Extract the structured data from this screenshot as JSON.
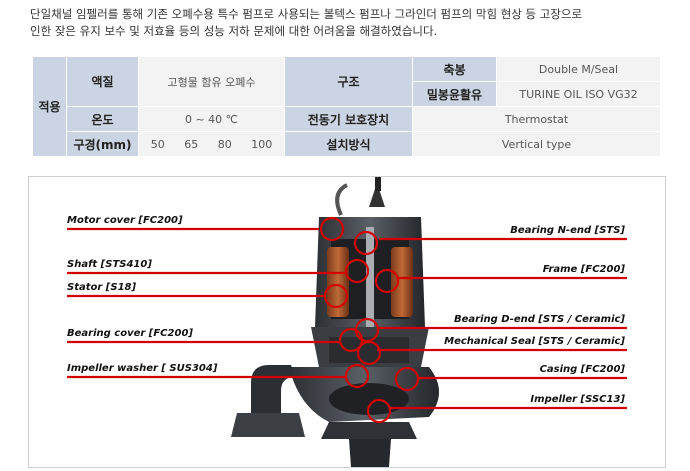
{
  "intro": {
    "line1": "단일채널 임펠러를 통해 기존 오폐수용 특수 펌프로 사용되는 볼텍스 펌프나 그라인더 펌프의 막힘 현상 등 고장으로",
    "line2": "인한 잦은 유지 보수 및 저효율 등의 성능 저하 문제에 대한 어려움을 해결하였습니다."
  },
  "spec": {
    "applied": "적용",
    "liquid_label": "액질",
    "liquid_value": "고형물 함유 오폐수",
    "structure_label": "구조",
    "shaft_seal_label": "축봉",
    "shaft_seal_value": "Double M/Seal",
    "lubricant_label": "밀봉윤활유",
    "lubricant_value": "TURINE OIL ISO VG32",
    "temp_label": "온도",
    "temp_value": "0 ~ 40 ℃",
    "protection_label": "전동기 보호장치",
    "protection_value": "Thermostat",
    "diameter_label": "구경(mm)",
    "diameters": [
      "50",
      "65",
      "80",
      "100"
    ],
    "install_label": "설치방식",
    "install_value": "Vertical type"
  },
  "diagram": {
    "left_labels": [
      "Motor cover [FC200]",
      "Shaft [STS410]",
      "Stator [S18]",
      "Bearing cover [FC200]",
      "Impeller washer [ SUS304]"
    ],
    "right_labels": [
      "Bearing N-end [STS]",
      "Frame [FC200]",
      "Bearing D-end [STS / Ceramic]",
      "Mechanical Seal [STS / Ceramic]",
      "Casing [FC200]",
      "Impeller [SSC13]"
    ],
    "callout_color": "#d40000"
  }
}
